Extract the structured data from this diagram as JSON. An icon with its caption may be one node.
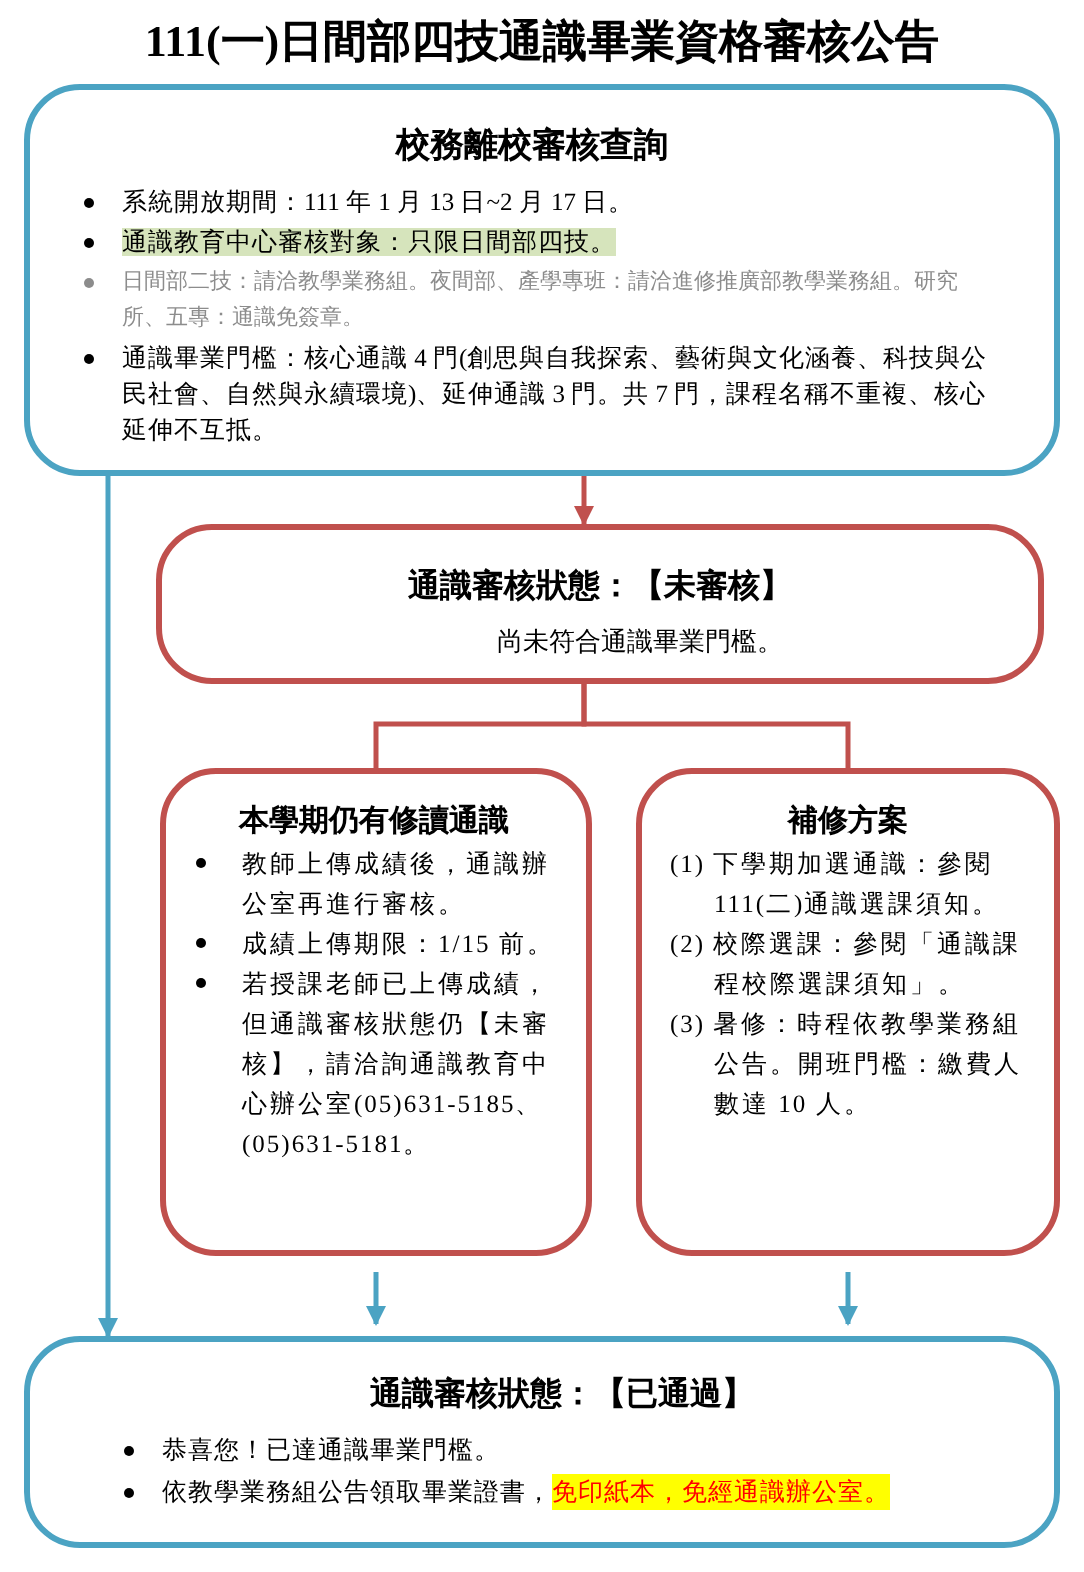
{
  "diagram": {
    "title": "111(一)日間部四技通識畢業資格審核公告",
    "nodes": [
      {
        "text": [
          "校務離校審核查詢",
          "系統開放期間：111 年 1 月 13 日~2 月 17 日。",
          "通識教育中心審核對象：只限日間部四技。",
          "日間部二技：請洽教學業務組。夜間部、產學專班：請洽進修推廣部教學業務組。研究所、五專：通識免簽章。",
          "通識畢業門檻：核心通識 4 門(創思與自我探索、藝術與文化涵養、科技與公民社會、自然與永續環境)、延伸通識 3 門。共 7 門，課程名稱不重複、核心延伸不互抵。"
        ]
      },
      {
        "text": [
          "通識審核狀態：【未審核】",
          "尚未符合通識畢業門檻。"
        ]
      },
      {
        "text": [
          "本學期仍有修讀通識",
          "教師上傳成績後，通識辦公室再進行審核。",
          "成績上傳期限：1/15 前。",
          "若授課老師已上傳成績，但通識審核狀態仍【未審核】，請洽詢通識教育中心辦公室(05)631-5185、(05)631-5181。"
        ]
      },
      {
        "text": [
          "補修方案",
          "(1) 下學期加選通識：參閱 111(二)通識選課須知。",
          "(2) 校際選課：參閱「通識課程校際選課須知」。",
          "(3) 暑修：時程依教學業務組公告。開班門檻：繳費人數達 10 人。"
        ]
      },
      {
        "text": [
          "通識審核狀態：【已通過】",
          "恭喜您！已達通識畢業門檻。",
          "依教學業務組公告領取畢業證書，",
          "免印紙本，免經通識辦公室。"
        ]
      }
    ],
    "edges": [
      {
        "from": 0,
        "to": 1,
        "arrow": "to",
        "color": "#c0504d"
      },
      {
        "from": 0,
        "to": 4,
        "arrow": "to",
        "color": "#4ba3c3"
      },
      {
        "from": 1,
        "to": 2,
        "arrow": "none",
        "color": "#c0504d"
      },
      {
        "from": 1,
        "to": 3,
        "arrow": "none",
        "color": "#c0504d"
      },
      {
        "from": 2,
        "to": 4,
        "arrow": "to",
        "color": "#4ba3c3"
      },
      {
        "from": 3,
        "to": 4,
        "arrow": "to",
        "color": "#4ba3c3"
      }
    ]
  }
}
